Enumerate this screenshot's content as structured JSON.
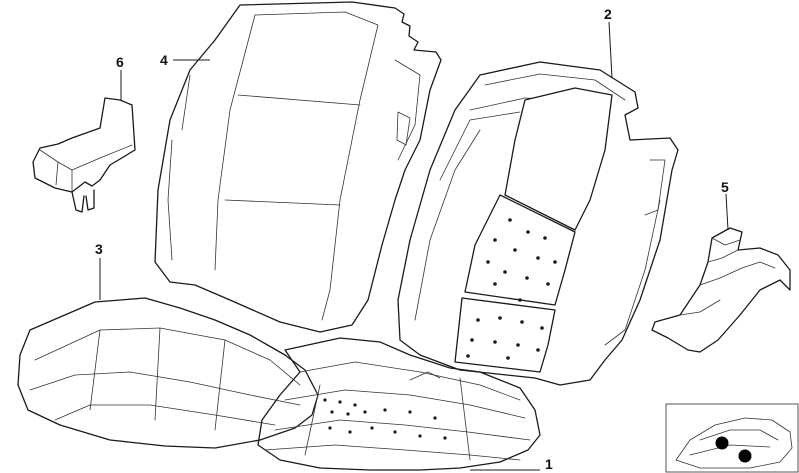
{
  "callouts": [
    {
      "id": "1",
      "label": "1"
    },
    {
      "id": "2",
      "label": "2"
    },
    {
      "id": "3",
      "label": "3"
    },
    {
      "id": "4",
      "label": "4"
    },
    {
      "id": "5",
      "label": "5"
    },
    {
      "id": "6",
      "label": "6"
    }
  ],
  "thumbnail": {
    "icon": "car-location-thumbnail-icon"
  },
  "colors": {
    "line": "#1a1a1a",
    "background": "#ffffff"
  }
}
